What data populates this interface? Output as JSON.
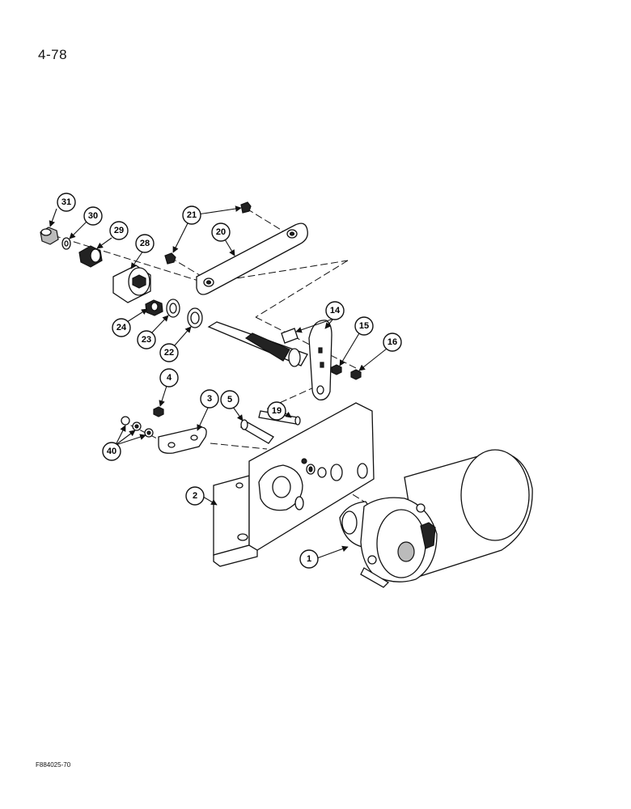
{
  "page": {
    "page_number": "4-78",
    "figure_code": "F884025-70"
  },
  "callouts": [
    "31",
    "30",
    "29",
    "28",
    "21",
    "20",
    "24",
    "23",
    "22",
    "14",
    "15",
    "16",
    "4",
    "3",
    "5",
    "19",
    "40",
    "2",
    "1"
  ]
}
